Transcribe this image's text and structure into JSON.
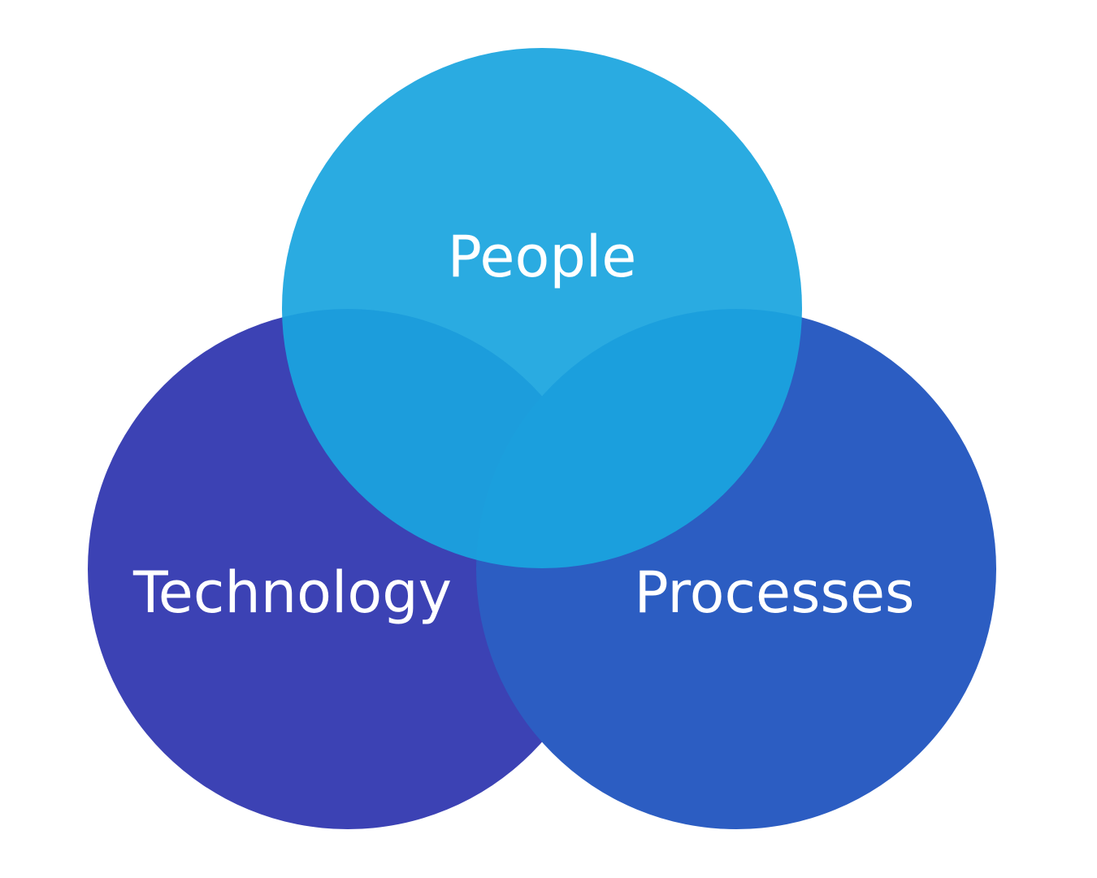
{
  "diagram": {
    "type": "venn",
    "circles": [
      {
        "id": "technology",
        "label": "Technology",
        "color": "#3C42B4",
        "opacity": 1.0
      },
      {
        "id": "processes",
        "label": "Processes",
        "color": "#2C5DC2",
        "opacity": 1.0
      },
      {
        "id": "people",
        "label": "People",
        "color": "#1AA5DF",
        "opacity": 0.93
      }
    ],
    "label_color": "#FFFFFF",
    "background": "#FFFFFF"
  }
}
